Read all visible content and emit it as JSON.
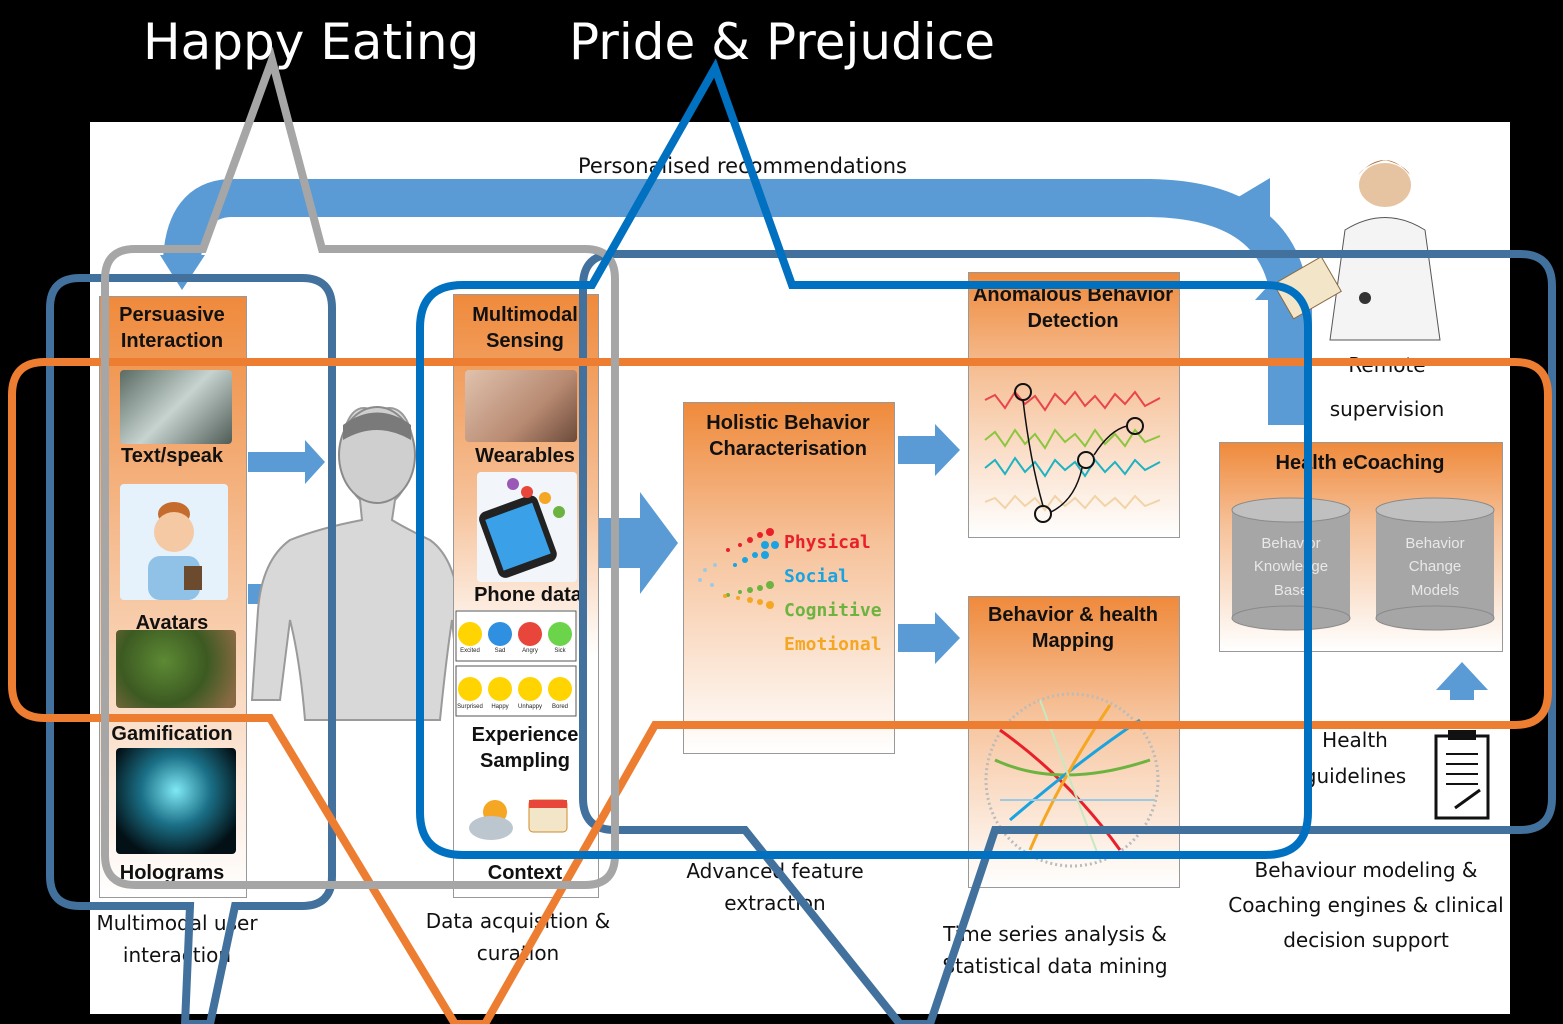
{
  "titles": {
    "left": "Happy Eating",
    "right": "Pride & Prejudice"
  },
  "top_arrow_label": "Personalised recommendations",
  "interaction": {
    "header": "Persuasive Interaction",
    "items": [
      "Text/speak",
      "Avatars",
      "Gamification",
      "Holograms"
    ],
    "caption": "Multimodal user interaction"
  },
  "sensing": {
    "header": "Multimodal Sensing",
    "items": [
      "Wearables",
      "Phone data",
      "Experience Sampling",
      "Context"
    ],
    "moods": [
      "Excited",
      "Sad",
      "Angry",
      "Sick",
      "Surprised",
      "Happy",
      "Unhappy",
      "Bored"
    ],
    "caption": "Data acquisition & curation"
  },
  "holistic": {
    "header": "Holistic Behavior Characterisation",
    "dimensions": [
      {
        "label": "Physical",
        "color": "#e8202a"
      },
      {
        "label": "Social",
        "color": "#1aa3e0"
      },
      {
        "label": "Cognitive",
        "color": "#6cb33f"
      },
      {
        "label": "Emotional",
        "color": "#f5a623"
      }
    ],
    "caption": "Advanced feature extraction"
  },
  "anomalous": {
    "header": "Anomalous Behavior Detection"
  },
  "mapping": {
    "header": "Behavior & health Mapping"
  },
  "timeseries_caption": "Time series analysis & Statistical data mining",
  "coaching": {
    "header": "Health eCoaching",
    "db1": "Behavior Knowledge Base",
    "db2": "Behavior Change Models",
    "caption": "Behaviour modeling & Coaching engines & clinical decision support"
  },
  "remote": "Remote supervision",
  "guidelines": "Health guidelines",
  "colors": {
    "arrow": "#5b9bd5",
    "orange": "#ed7d31",
    "grey": "#a6a6a6",
    "blue": "#2e75b6",
    "steel": "#41719c"
  }
}
